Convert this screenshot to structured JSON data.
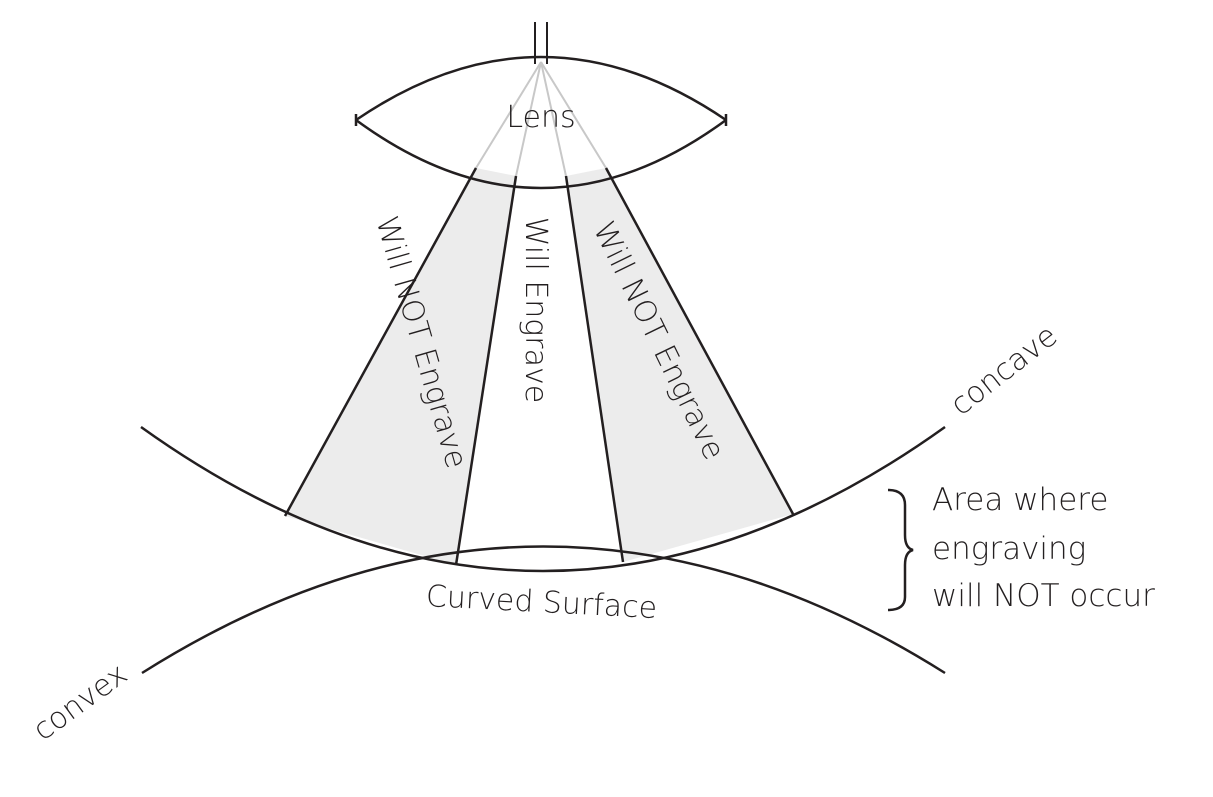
{
  "labels": {
    "lens": "Lens",
    "will_not_engrave_left": "Will NOT Engrave",
    "will_engrave": "Will Engrave",
    "will_not_engrave_right": "Will NOT Engrave",
    "concave": "concave",
    "convex": "convex",
    "curved_surface": "Curved Surface",
    "area_note_line1": "Area where",
    "area_note_line2": "engraving",
    "area_note_line3": "will NOT occur"
  },
  "colors": {
    "line": "#231f20",
    "shade": "#ececec",
    "beam_light": "#c8c8c8"
  }
}
